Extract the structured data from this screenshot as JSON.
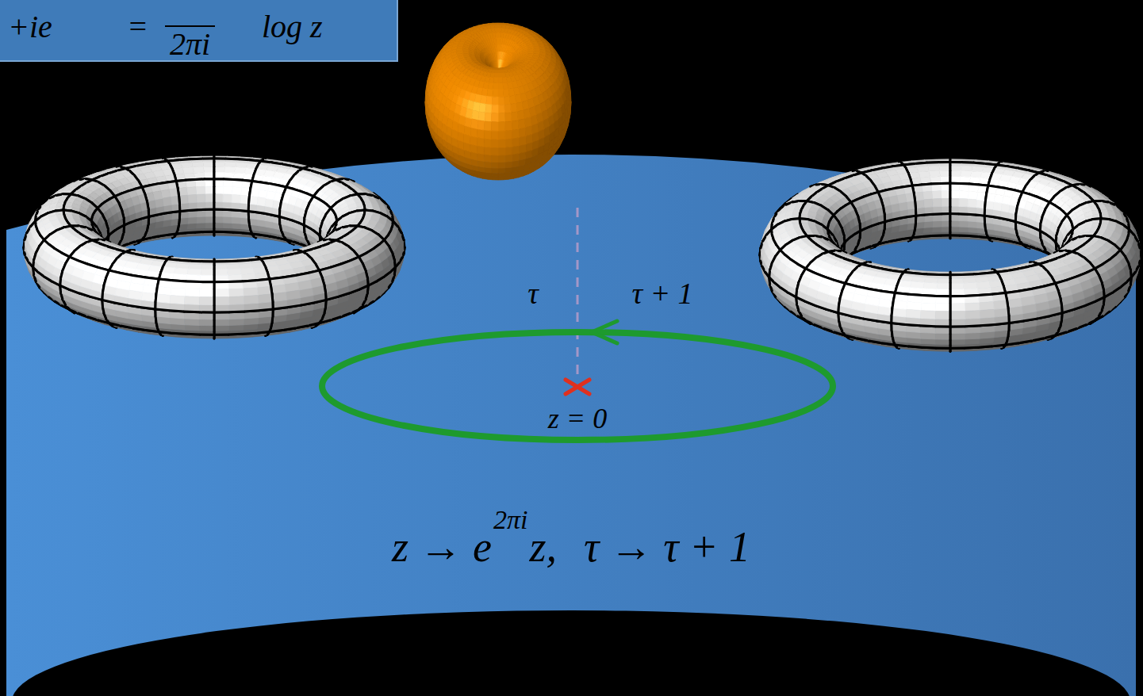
{
  "diagram": {
    "nodes": [
      {
        "text": [
          "+ie",
          "=",
          "2πi",
          "log z"
        ]
      }
    ],
    "labels": [
      "τ",
      "τ + 1",
      "z = 0",
      "z → e",
      "2πi",
      "z,",
      "τ → τ + 1"
    ]
  }
}
